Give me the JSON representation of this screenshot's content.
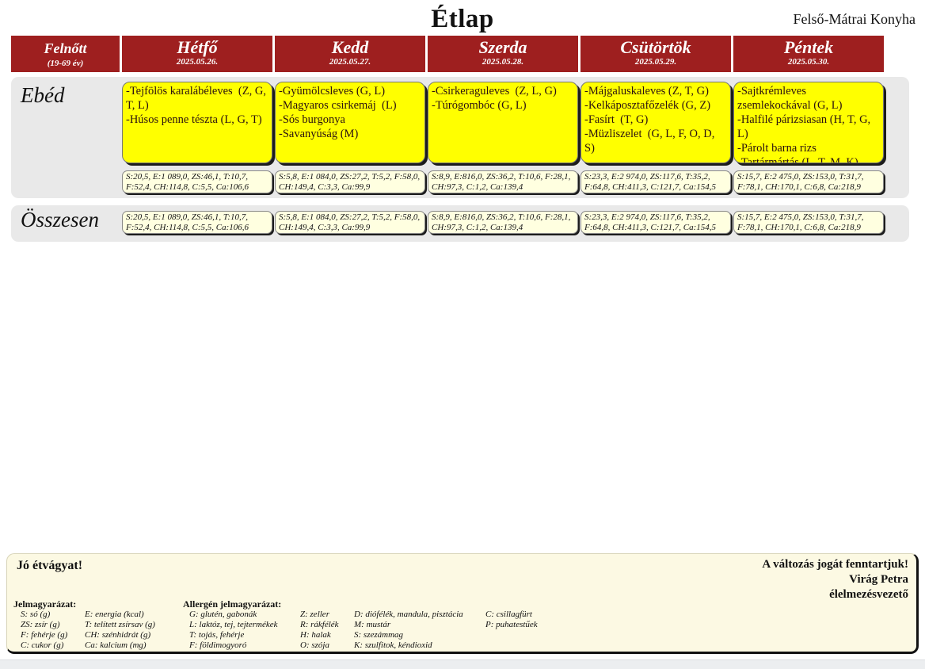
{
  "header": {
    "title": "Étlap",
    "organization": "Felső-Mátrai Konyha"
  },
  "colors": {
    "header_red": "#9e1f1f",
    "menu_yellow": "#ffff00",
    "nutrition_cream": "#ffffe0",
    "row_gray": "#e9e9e9",
    "footer_cream": "#fcf9e3"
  },
  "table": {
    "age_group": {
      "name": "Felnőtt",
      "range": "(19-69 év)"
    },
    "days": [
      {
        "name": "Hétfő",
        "date": "2025.05.26."
      },
      {
        "name": "Kedd",
        "date": "2025.05.27."
      },
      {
        "name": "Szerda",
        "date": "2025.05.28."
      },
      {
        "name": "Csütörtök",
        "date": "2025.05.29."
      },
      {
        "name": "Péntek",
        "date": "2025.05.30."
      }
    ],
    "meal_row": {
      "label": "Ebéd",
      "menus": [
        {
          "items": [
            "-Tejfölös karalábéleves  (Z, G, T, L)",
            "-Húsos penne tészta (L, G, T)"
          ],
          "nutrition": "S:20,5, E:1 089,0, ZS:46,1, T:10,7, F:52,4, CH:114,8, C:5,5, Ca:106,6"
        },
        {
          "items": [
            "-Gyümölcsleves (G, L)",
            "-Magyaros csirkemáj  (L)",
            "-Sós burgonya",
            "-Savanyúság (M)"
          ],
          "nutrition": "S:5,8, E:1 084,0, ZS:27,2, T:5,2, F:58,0, CH:149,4, C:3,3, Ca:99,9"
        },
        {
          "items": [
            "-Csirkeraguleves  (Z, L, G)",
            "-Túrógombóc (G, L)"
          ],
          "nutrition": "S:8,9, E:816,0, ZS:36,2, T:10,6, F:28,1, CH:97,3, C:1,2, Ca:139,4"
        },
        {
          "items": [
            "-Májgaluskaleves (Z, T, G)",
            "-Kelkáposztafőzelék (G, Z)",
            "-Fasírt  (T, G)",
            "-Müzliszelet  (G, L, F, O, D, S)"
          ],
          "nutrition": "S:23,3, E:2 974,0, ZS:117,6, T:35,2, F:64,8, CH:411,3, C:121,7, Ca:154,5"
        },
        {
          "items": [
            "-Sajtkrémleves zsemlekockával (G, L)",
            "-Halfilé párizsiasan (H, T, G, L)",
            "-Párolt barna rizs",
            "-Tartármártás (L, T, M, K)"
          ],
          "nutrition": "S:15,7, E:2 475,0, ZS:153,0, T:31,7, F:78,1, CH:170,1, C:6,8, Ca:218,9"
        }
      ]
    },
    "total_row": {
      "label": "Összesen",
      "nutrition": [
        "S:20,5, E:1 089,0, ZS:46,1, T:10,7, F:52,4, CH:114,8, C:5,5, Ca:106,6",
        "S:5,8, E:1 084,0, ZS:27,2, T:5,2, F:58,0, CH:149,4, C:3,3, Ca:99,9",
        "S:8,9, E:816,0, ZS:36,2, T:10,6, F:28,1, CH:97,3, C:1,2, Ca:139,4",
        "S:23,3, E:2 974,0, ZS:117,6, T:35,2, F:64,8, CH:411,3, C:121,7, Ca:154,5",
        "S:15,7, E:2 475,0, ZS:153,0, T:31,7, F:78,1, CH:170,1, C:6,8, Ca:218,9"
      ]
    }
  },
  "footer": {
    "greeting": "Jó étvágyat!",
    "disclaimer": "A változás jogát fenntartjuk!",
    "signature_name": "Virág Petra",
    "signature_title": "élelmezésvezető",
    "legend_title": "Jelmagyarázat:",
    "legend_col1": [
      "S: só (g)",
      "ZS: zsír (g)",
      "F: fehérje (g)",
      "C: cukor (g)"
    ],
    "legend_col2": [
      "E: energia (kcal)",
      "T: telített zsírsav (g)",
      "CH: szénhidrát (g)",
      "Ca: kalcium (mg)"
    ],
    "allergen_title": "Allergén jelmagyarázat:",
    "allergen_col1": [
      "G: glutén, gabonák",
      "L: laktóz, tej, tejtermékek",
      "T: tojás, fehérje",
      "F: földimogyoró"
    ],
    "allergen_col2": [
      "Z: zeller",
      "R: rákfélék",
      "H: halak",
      "O: szója"
    ],
    "allergen_col3": [
      "D: diófélék, mandula, pisztácia",
      "M: mustár",
      "S: szezámmag",
      "K: szulfitok, kéndioxid"
    ],
    "allergen_col4": [
      "C: csillagfürt",
      "P: puhatestűek"
    ]
  }
}
